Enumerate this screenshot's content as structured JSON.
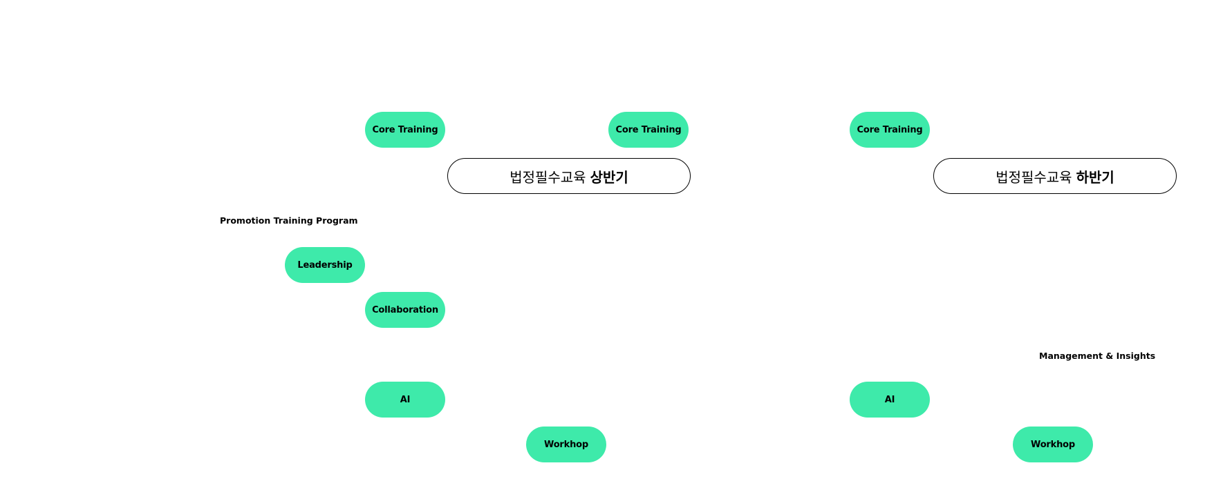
{
  "pills": {
    "core_training_1": "Core Training",
    "core_training_2": "Core Training",
    "core_training_3": "Core Training",
    "leadership": "Leadership",
    "collaboration": "Collaboration",
    "ai_1": "AI",
    "ai_2": "AI",
    "workshop_1": "Workhop",
    "workshop_2": "Workhop"
  },
  "halves": {
    "first": {
      "prefix": "법정필수교육",
      "strong": "상반기"
    },
    "second": {
      "prefix": "법정필수교육",
      "strong": "하반기"
    }
  },
  "labels": {
    "promotion_program": "Promotion Training Program",
    "management_insights": "Management & Insights"
  },
  "colors": {
    "pill_fill": "#3eeaaa",
    "outline": "#000000",
    "background": "#ffffff"
  }
}
